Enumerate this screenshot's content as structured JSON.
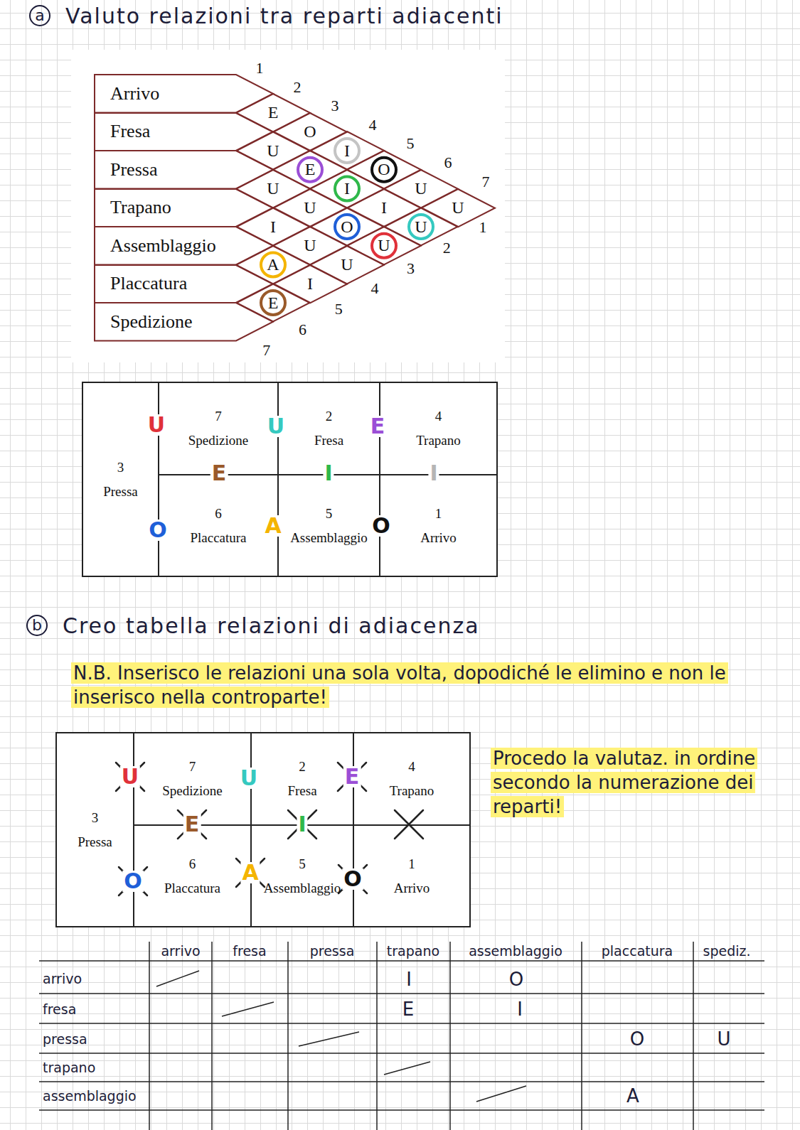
{
  "diagram": {
    "nodes": [
      {
        "text": [
          "Arrivo"
        ]
      },
      {
        "text": [
          "Fresa"
        ]
      },
      {
        "text": [
          "Pressa"
        ]
      },
      {
        "text": [
          "Trapano"
        ]
      },
      {
        "text": [
          "Assemblaggio"
        ]
      },
      {
        "text": [
          "Placcatura"
        ]
      },
      {
        "text": [
          "Spedizione"
        ]
      },
      {
        "text": [
          "E"
        ]
      },
      {
        "text": [
          "U"
        ]
      },
      {
        "text": [
          "U"
        ]
      },
      {
        "text": [
          "I"
        ]
      },
      {
        "text": [
          "A"
        ]
      },
      {
        "text": [
          "E"
        ]
      },
      {
        "text": [
          "O"
        ]
      },
      {
        "text": [
          "E"
        ]
      },
      {
        "text": [
          "U"
        ]
      },
      {
        "text": [
          "U"
        ]
      },
      {
        "text": [
          "I"
        ]
      },
      {
        "text": [
          "I"
        ]
      },
      {
        "text": [
          "I"
        ]
      },
      {
        "text": [
          "O"
        ]
      },
      {
        "text": [
          "U"
        ]
      },
      {
        "text": [
          "O"
        ]
      },
      {
        "text": [
          "I"
        ]
      },
      {
        "text": [
          "U"
        ]
      },
      {
        "text": [
          "U"
        ]
      },
      {
        "text": [
          "U"
        ]
      },
      {
        "text": [
          "U"
        ]
      },
      {
        "text": [
          "3",
          "Pressa"
        ]
      },
      {
        "text": [
          "7",
          "Spedizione"
        ]
      },
      {
        "text": [
          "2",
          "Fresa"
        ]
      },
      {
        "text": [
          "4",
          "Trapano"
        ]
      },
      {
        "text": [
          "6",
          "Placcatura"
        ]
      },
      {
        "text": [
          "5",
          "Assemblaggio"
        ]
      },
      {
        "text": [
          "1",
          "Arrivo"
        ]
      },
      {
        "text": [
          "3",
          "Pressa"
        ]
      },
      {
        "text": [
          "7",
          "Spedizione"
        ]
      },
      {
        "text": [
          "2",
          "Fresa"
        ]
      },
      {
        "text": [
          "4",
          "Trapano"
        ]
      },
      {
        "text": [
          "6",
          "Placcatura"
        ]
      },
      {
        "text": [
          "5",
          "Assemblaggio"
        ]
      },
      {
        "text": [
          "1",
          "Arrivo"
        ]
      }
    ],
    "labels": [
      "a",
      "Valuto relazioni tra reparti adiacenti",
      "1",
      "2",
      "3",
      "4",
      "5",
      "6",
      "7",
      "1",
      "2",
      "3",
      "4",
      "5",
      "6",
      "7",
      "U",
      "U",
      "E",
      "E",
      "I",
      "I",
      "O",
      "A",
      "O",
      "b",
      "Creo tabella relazioni di adiacenza",
      "N.B. Inserisco le relazioni una sola volta, dopodiché le elimino e non le inserisco nella controparte!",
      "Procedo la valutaz. in ordine secondo la numerazione dei reparti!",
      "U",
      "U",
      "E",
      "E",
      "I",
      "O",
      "A",
      "O",
      "arrivo",
      "fresa",
      "pressa",
      "trapano",
      "assemblaggio",
      "placcatura",
      "spediz.",
      "arrivo",
      "fresa",
      "pressa",
      "trapano",
      "assemblaggio",
      "I",
      "O",
      "E",
      "I",
      "O",
      "U",
      "A"
    ]
  }
}
